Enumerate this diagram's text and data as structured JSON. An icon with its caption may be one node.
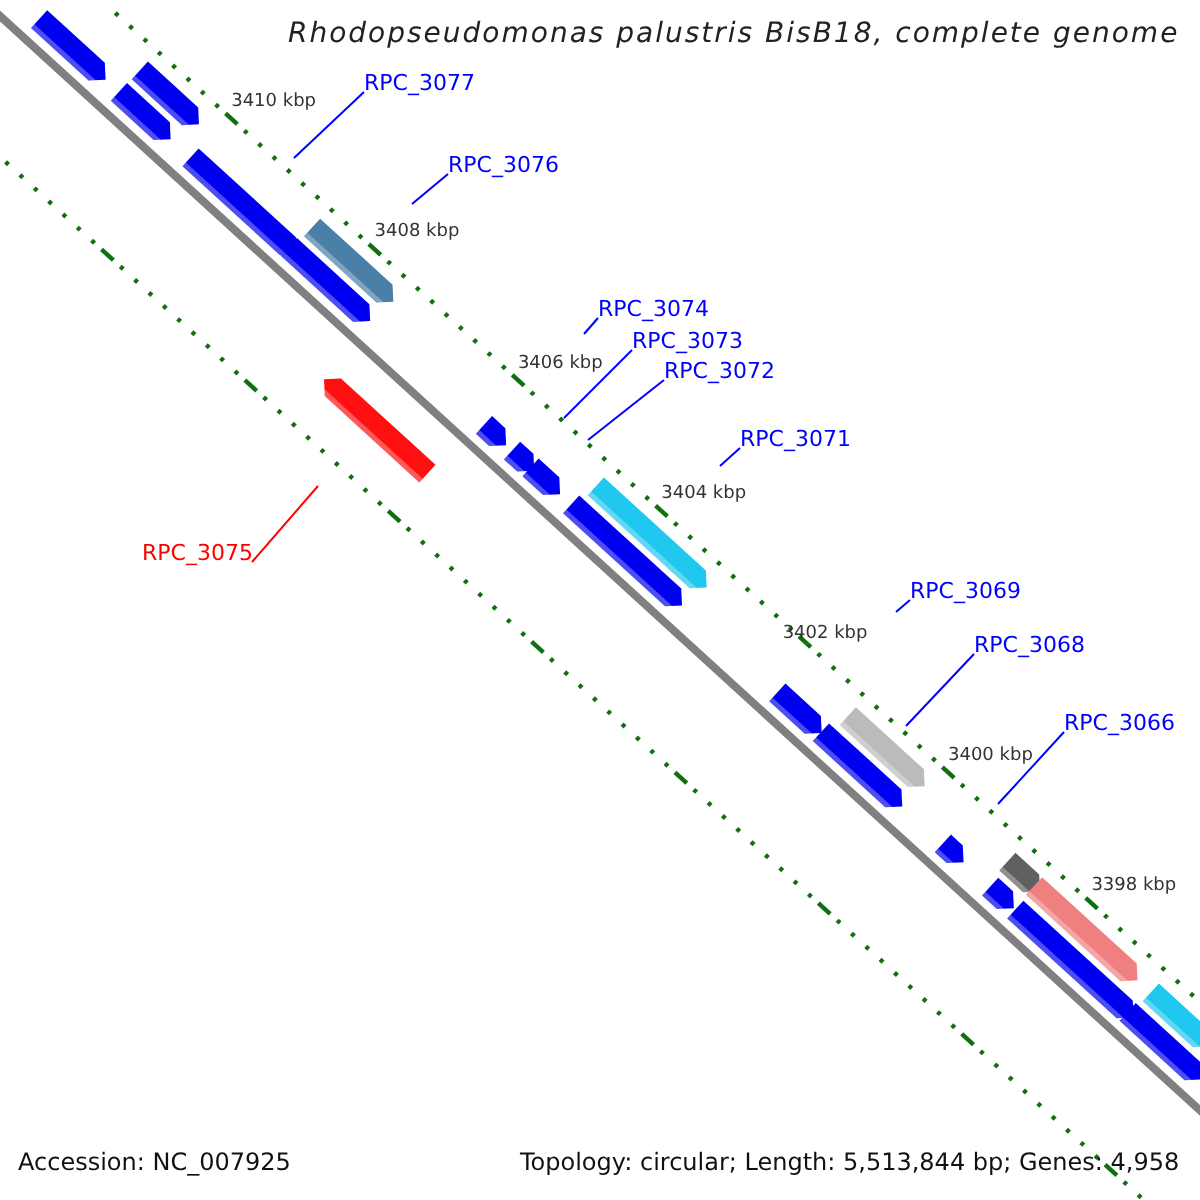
{
  "diagram": {
    "title": "Rhodopseudomonas palustris BisB18, complete genome",
    "nodes": [
      {
        "text": [
          "RPC_3077"
        ]
      },
      {
        "text": [
          "RPC_3076"
        ]
      },
      {
        "text": [
          "RPC_3074"
        ]
      },
      {
        "text": [
          "RPC_3073"
        ]
      },
      {
        "text": [
          "RPC_3072"
        ]
      },
      {
        "text": [
          "RPC_3071"
        ]
      },
      {
        "text": [
          "RPC_3069"
        ]
      },
      {
        "text": [
          "RPC_3068"
        ]
      },
      {
        "text": [
          "RPC_3066"
        ]
      },
      {
        "text": [
          "RPC_3075"
        ]
      }
    ],
    "edges": [
      {
        "from": 0,
        "to": null,
        "arrow": "none"
      },
      {
        "from": 1,
        "to": null,
        "arrow": "none"
      },
      {
        "from": 2,
        "to": null,
        "arrow": "none"
      },
      {
        "from": 3,
        "to": null,
        "arrow": "none"
      },
      {
        "from": 4,
        "to": null,
        "arrow": "none"
      },
      {
        "from": 5,
        "to": null,
        "arrow": "none"
      },
      {
        "from": 6,
        "to": null,
        "arrow": "none"
      },
      {
        "from": 7,
        "to": null,
        "arrow": "none"
      },
      {
        "from": 8,
        "to": null,
        "arrow": "none"
      },
      {
        "from": 9,
        "to": null,
        "arrow": "none",
        "color": "#ff0000"
      }
    ],
    "labels": [
      "3410 kbp",
      "3408 kbp",
      "3406 kbp",
      "3404 kbp",
      "3402 kbp",
      "3400 kbp",
      "3398 kbp",
      "Accession: NC_007925",
      "Topology: circular; Length: 5,513,844 bp; Genes: 4,958"
    ]
  }
}
